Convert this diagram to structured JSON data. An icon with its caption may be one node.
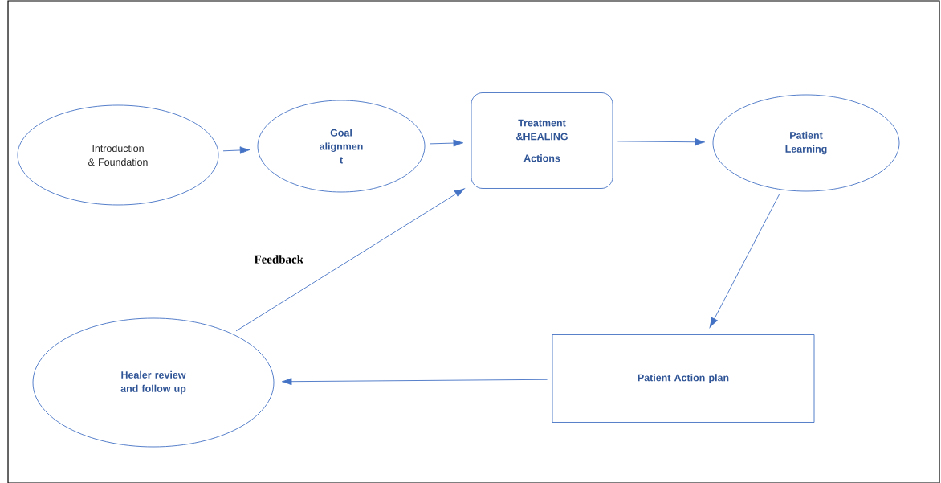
{
  "diagram": {
    "nodes": [
      {
        "text": [
          "Introduction & Foundation"
        ]
      },
      {
        "text": [
          "Goal alignmen t"
        ]
      },
      {
        "text": [
          "Treatment &HEALING",
          "Actions"
        ]
      },
      {
        "text": [
          "Patient Learning"
        ]
      },
      {
        "text": [
          "Patient Action plan"
        ]
      },
      {
        "text": [
          "Healer review and follow up"
        ]
      }
    ],
    "edges": [
      {
        "from": 0,
        "to": 1,
        "arrow": "to"
      },
      {
        "from": 1,
        "to": 2,
        "arrow": "to"
      },
      {
        "from": 2,
        "to": 3,
        "arrow": "to"
      },
      {
        "from": 3,
        "to": 4,
        "arrow": "to"
      },
      {
        "from": 4,
        "to": 5,
        "arrow": "to"
      },
      {
        "from": 5,
        "to": 2,
        "arrow": "to",
        "label": "Feedback"
      }
    ]
  }
}
